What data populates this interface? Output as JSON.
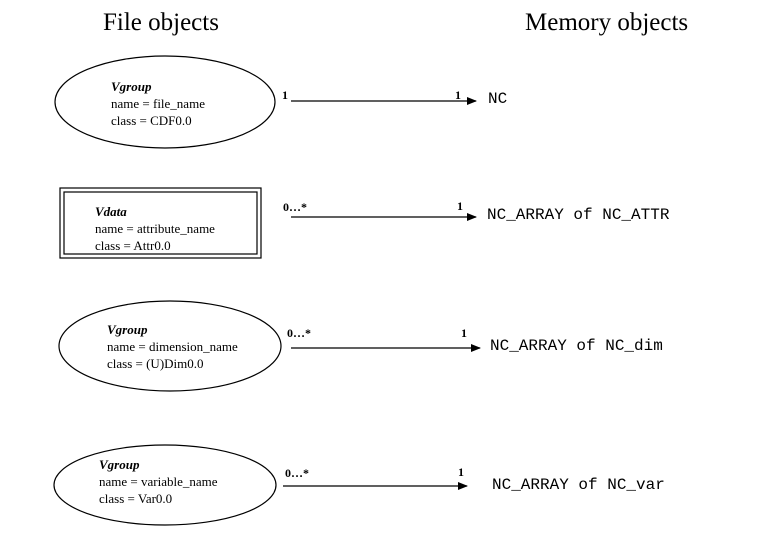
{
  "headings": {
    "file": "File objects",
    "memory": "Memory objects"
  },
  "rows": [
    {
      "shape": "ellipse",
      "kind": "Vgroup",
      "name_line": "name = file_name",
      "class_line": "class = CDF0.0",
      "source_multiplicity": "1",
      "target_multiplicity": "1",
      "memory_object": "NC"
    },
    {
      "shape": "double-rectangle",
      "kind": "Vdata",
      "name_line": "name = attribute_name",
      "class_line": "class = Attr0.0",
      "source_multiplicity": "0…*",
      "target_multiplicity": "1",
      "memory_object": "NC_ARRAY of NC_ATTR"
    },
    {
      "shape": "ellipse",
      "kind": "Vgroup",
      "name_line": "name = dimension_name",
      "class_line": "class = (U)Dim0.0",
      "source_multiplicity": "0…*",
      "target_multiplicity": "1",
      "memory_object": "NC_ARRAY of NC_dim"
    },
    {
      "shape": "ellipse",
      "kind": "Vgroup",
      "name_line": "name = variable_name",
      "class_line": "class = Var0.0",
      "source_multiplicity": "0…*",
      "target_multiplicity": "1",
      "memory_object": "NC_ARRAY of NC_var"
    }
  ]
}
